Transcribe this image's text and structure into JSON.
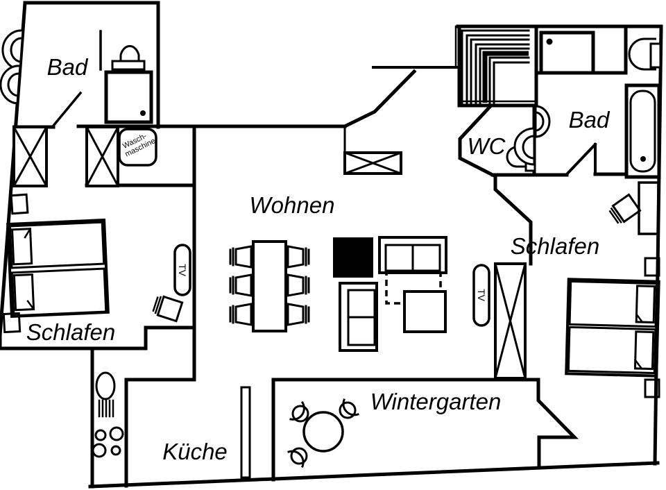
{
  "plan": {
    "rooms": [
      {
        "id": "bad-left",
        "label": "Bad"
      },
      {
        "id": "schlafen-left",
        "label": "Schlafen"
      },
      {
        "id": "wohnen",
        "label": "Wohnen"
      },
      {
        "id": "wc",
        "label": "WC"
      },
      {
        "id": "bad-right",
        "label": "Bad"
      },
      {
        "id": "schlafen-right",
        "label": "Schlafen"
      },
      {
        "id": "kueche",
        "label": "Küche"
      },
      {
        "id": "wintergarten",
        "label": "Wintergarten"
      }
    ],
    "appliances": {
      "washer_line1": "Wasch-",
      "washer_line2": "maschine",
      "tv_left": "TV",
      "tv_right": "TV"
    },
    "colors": {
      "ink": "#000000",
      "paper": "#ffffff"
    }
  }
}
